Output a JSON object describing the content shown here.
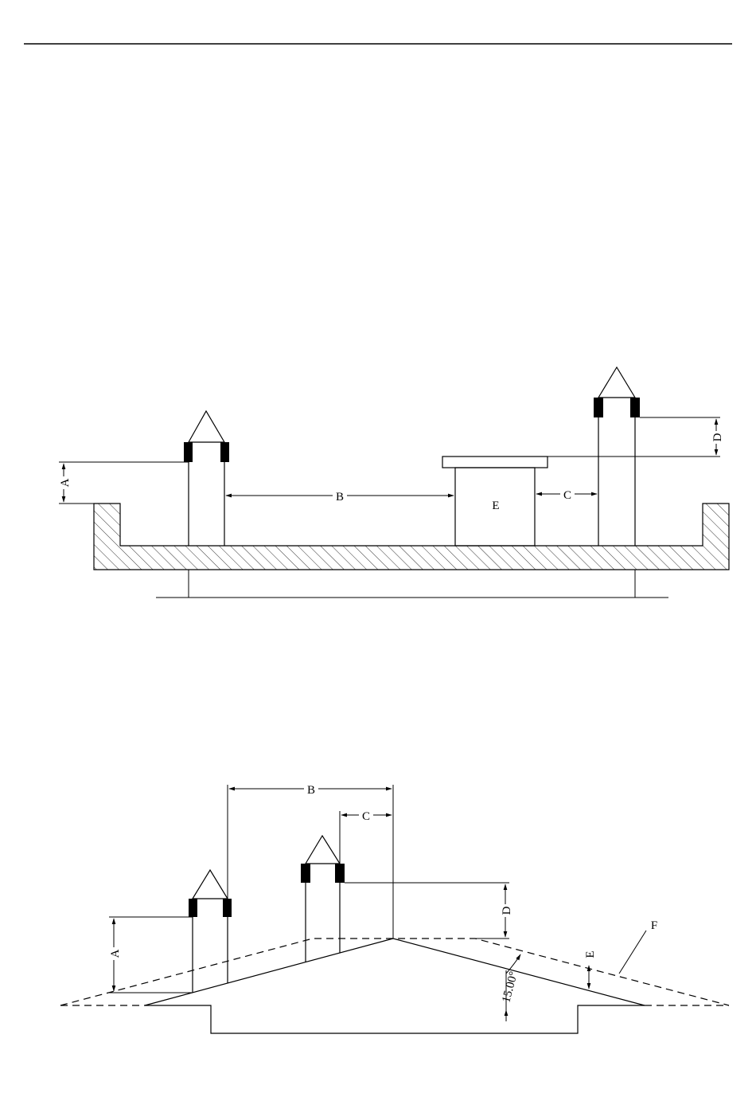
{
  "figure_top": {
    "labels": {
      "a": "A",
      "b": "B",
      "c": "C",
      "d": "D",
      "e": "E"
    }
  },
  "figure_bottom": {
    "labels": {
      "a": "A",
      "b": "B",
      "c": "C",
      "d": "D",
      "e": "E",
      "f": "F",
      "angle": "15.00°"
    }
  }
}
